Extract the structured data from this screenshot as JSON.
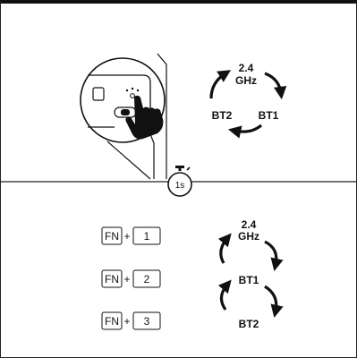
{
  "timer": {
    "label": "1s",
    "icon": "stopwatch-icon"
  },
  "section_top": {
    "illustration": "device-button-press-icon",
    "cycle": {
      "top_line1": "2.4",
      "top_line2": "GHz",
      "left": "BT2",
      "right": "BT1"
    }
  },
  "section_bottom": {
    "combos": [
      {
        "fn": "FN",
        "plus": "+",
        "num": "1"
      },
      {
        "fn": "FN",
        "plus": "+",
        "num": "2"
      },
      {
        "fn": "FN",
        "plus": "+",
        "num": "3"
      }
    ],
    "cycle": {
      "top_line1": "2.4",
      "top_line2": "GHz",
      "middle": "BT1",
      "bottom": "BT2"
    }
  }
}
